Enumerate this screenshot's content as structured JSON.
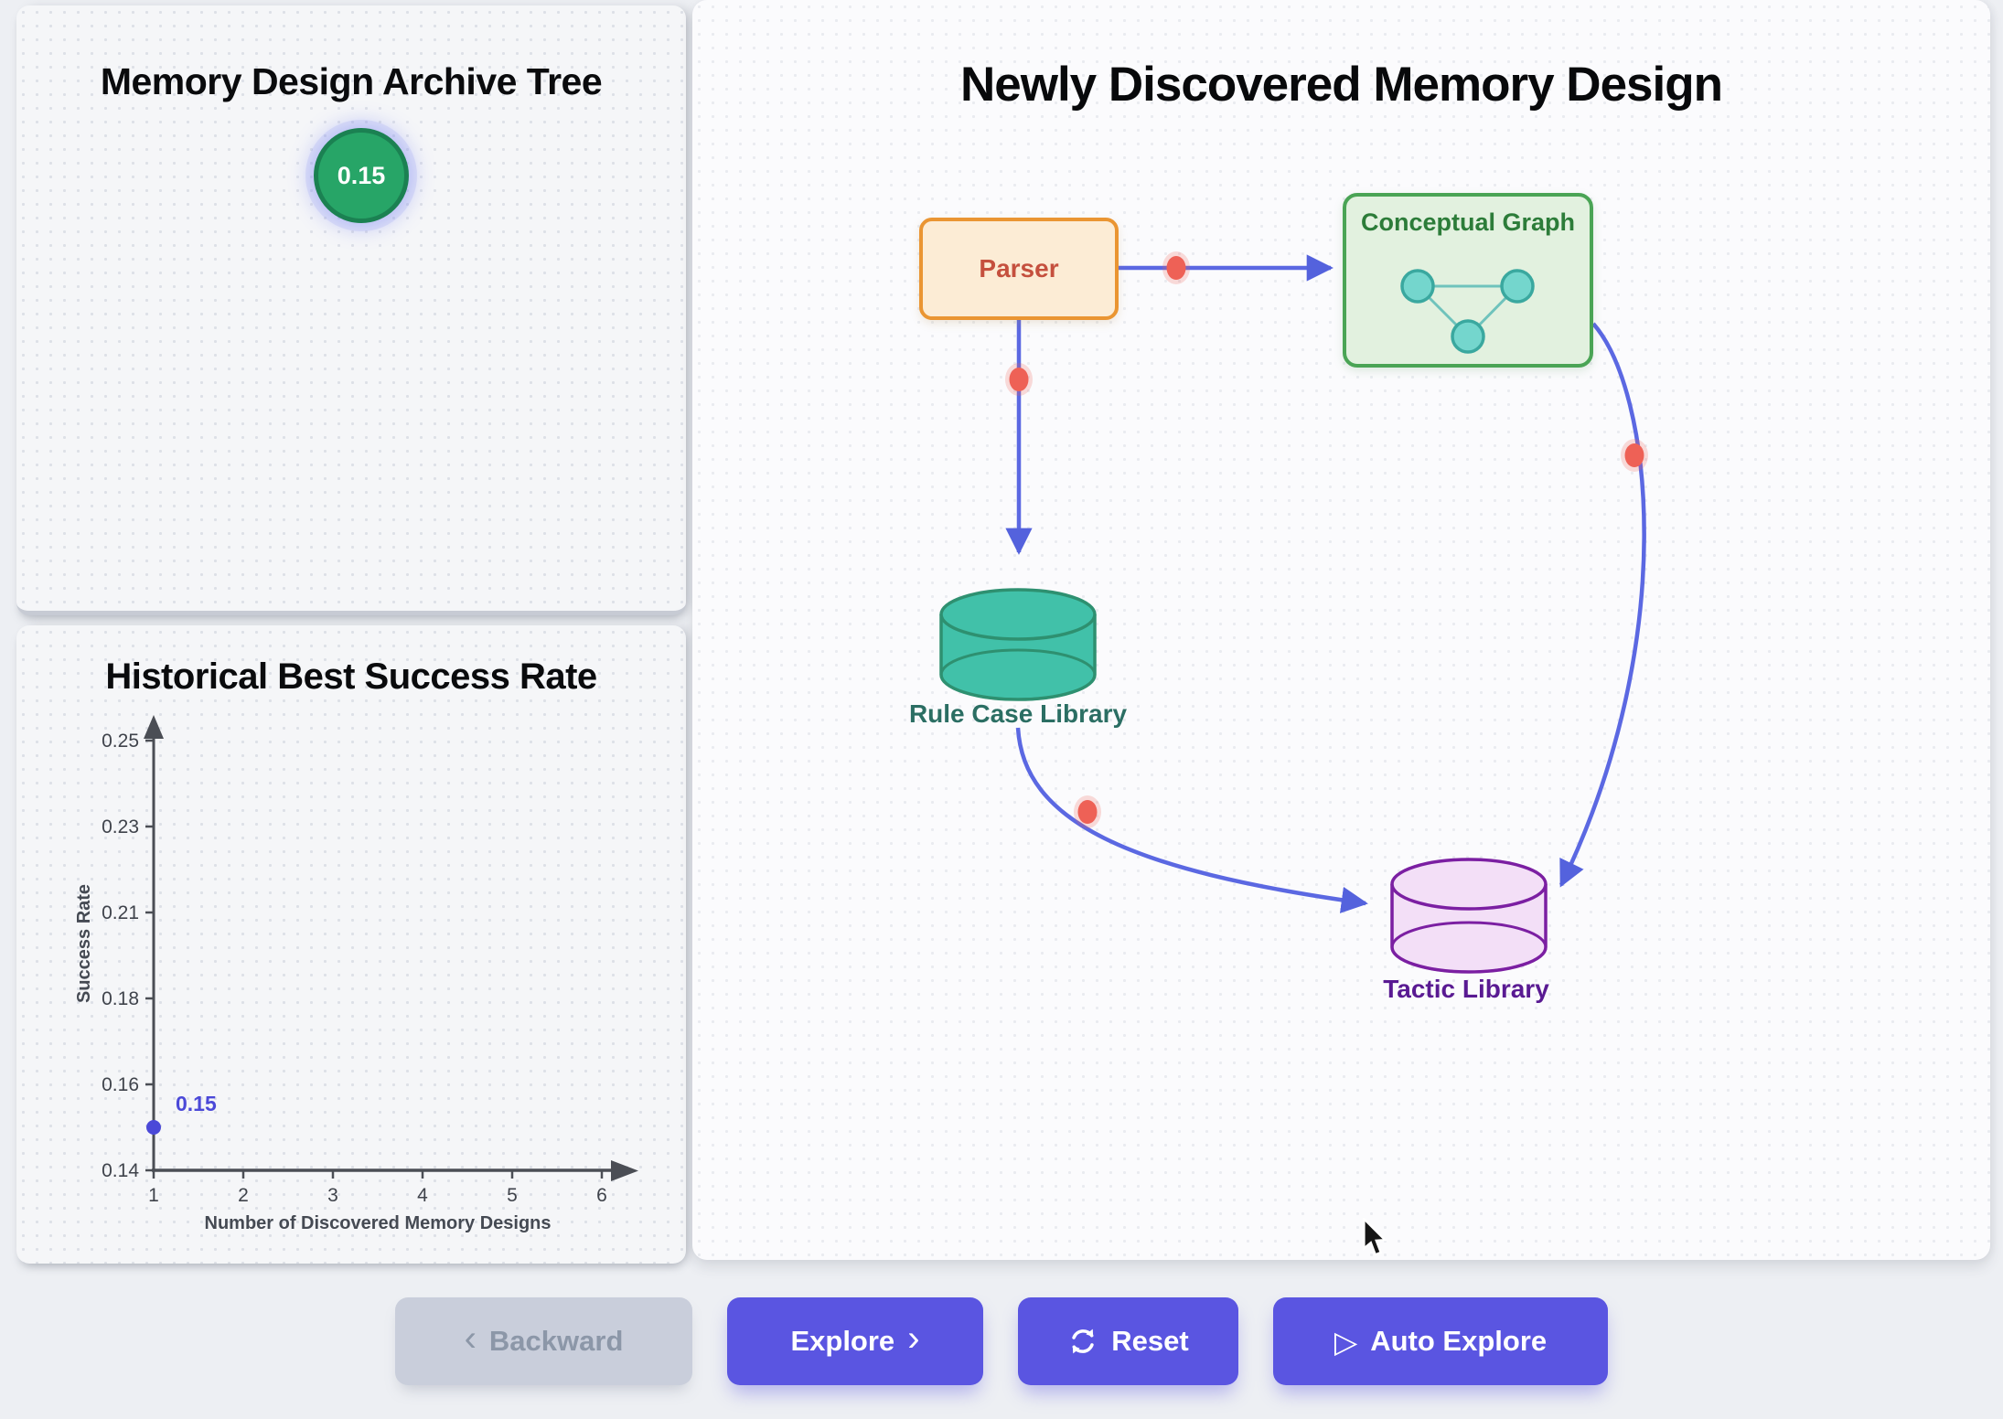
{
  "panels": {
    "archive": {
      "title": "Memory Design Archive Tree",
      "root_value": "0.15"
    },
    "chart": {
      "title": "Historical Best Success Rate"
    },
    "design": {
      "title": "Newly Discovered Memory Design",
      "nodes": {
        "parser": "Parser",
        "conceptual_graph": "Conceptual Graph",
        "rule_case_library": "Rule Case Library",
        "tactic_library": "Tactic Library"
      }
    }
  },
  "chart_data": {
    "type": "scatter",
    "title": "Historical Best Success Rate",
    "xlabel": "Number of Discovered Memory Designs",
    "ylabel": "Success Rate",
    "x_ticks": [
      1,
      2,
      3,
      4,
      5,
      6
    ],
    "y_ticks": [
      0.14,
      0.16,
      0.18,
      0.21,
      0.23,
      0.25
    ],
    "xlim": [
      1,
      6
    ],
    "ylim": [
      0.14,
      0.25
    ],
    "grid": false,
    "points": [
      {
        "x": 1,
        "y": 0.15,
        "label": "0.15"
      }
    ],
    "point_color": "#4b49d8"
  },
  "toolbar": {
    "backward": "Backward",
    "explore": "Explore",
    "reset": "Reset",
    "auto_explore": "Auto Explore"
  },
  "colors": {
    "accent": "#5a55e1",
    "arrow": "#5b68e2",
    "edge-dot": "#ee6156",
    "node-green": "#27a567",
    "parser-border": "#ea9532",
    "parser-fill": "#fcecd5",
    "graph-border": "#4aa455",
    "graph-fill": "#e2f1df",
    "rule-fill": "#41c1a9",
    "rule-stroke": "#2e9070",
    "tactic-fill": "#f3dff7",
    "tactic-stroke": "#7b1fa2"
  }
}
